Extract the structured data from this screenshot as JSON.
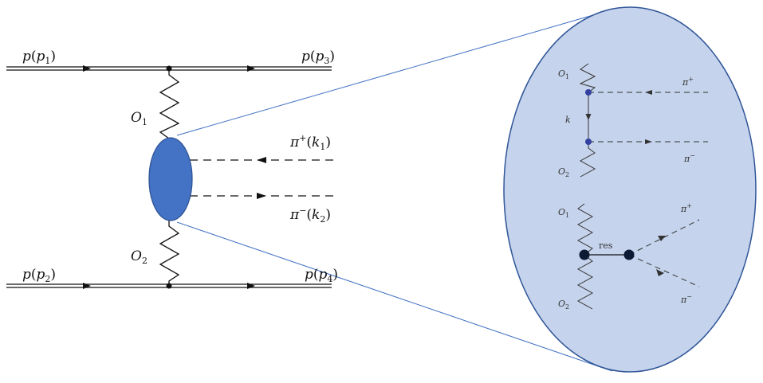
{
  "labels": {
    "p1": {
      "base": "p",
      "open": "(",
      "var": "p",
      "sub": "1",
      "close": ")"
    },
    "p2": {
      "base": "p",
      "open": "(",
      "var": "p",
      "sub": "2",
      "close": ")"
    },
    "p3": {
      "base": "p",
      "open": "(",
      "var": "p",
      "sub": "3",
      "close": ")"
    },
    "p4": {
      "base": "p",
      "open": "(",
      "var": "p",
      "sub": "4",
      "close": ")"
    },
    "O1": {
      "base": "O",
      "sub": "1"
    },
    "O2": {
      "base": "O",
      "sub": "2"
    },
    "pi_plus": {
      "base": "π",
      "sup": "+",
      "open": "(",
      "var": "k",
      "sub": "1",
      "close": ")"
    },
    "pi_minus": {
      "base": "π",
      "sup": "−",
      "open": "(",
      "var": "k",
      "sub": "2",
      "close": ")"
    }
  },
  "inset": {
    "top": {
      "O1": {
        "base": "O",
        "sub": "1"
      },
      "O2": {
        "base": "O",
        "sub": "2"
      },
      "k": "k",
      "pi_plus": {
        "base": "π",
        "sup": "+"
      },
      "pi_minus": {
        "base": "π",
        "sup": "−"
      }
    },
    "bottom": {
      "O1": {
        "base": "O",
        "sub": "1"
      },
      "O2": {
        "base": "O",
        "sub": "2"
      },
      "res": "res",
      "pi_plus": {
        "base": "π",
        "sup": "+"
      },
      "pi_minus": {
        "base": "π",
        "sup": "−"
      }
    }
  },
  "colors": {
    "blob": "#4472c4",
    "inset_fill": "#c5d3ec",
    "inset_stroke": "#2f5597",
    "zoom_line": "#4472c4",
    "vertex_small": "#3340a0",
    "vertex_big": "#0d1a33"
  }
}
